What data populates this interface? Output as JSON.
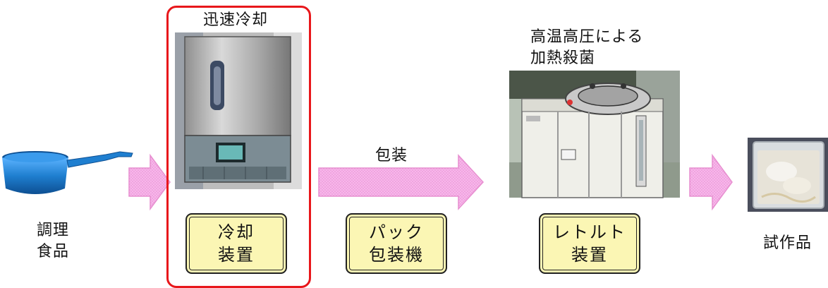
{
  "steps": {
    "cooked_food": {
      "line1": "調理",
      "line2": "食品"
    },
    "cooling": {
      "caption": "迅速冷却",
      "box_line1": "冷却",
      "box_line2": "装置"
    },
    "packing": {
      "arrow_label": "包装",
      "box_line1": "パック",
      "box_line2": "包装機"
    },
    "retort": {
      "caption_line1": "高温高圧による",
      "caption_line2": "加熱殺菌",
      "box_line1": "レトルト",
      "box_line2": "装置"
    },
    "prototype": {
      "label": "試作品"
    }
  },
  "colors": {
    "arrow_fill": "#f4a6e4",
    "highlight_border": "#e8171b",
    "label_box_fill": "#fbf6b4",
    "pot_blue": "#1f7fd0"
  },
  "icons": [
    "saucepan-icon",
    "blast-chiller-photo",
    "retort-sterilizer-photo",
    "retort-pouch-photo"
  ]
}
